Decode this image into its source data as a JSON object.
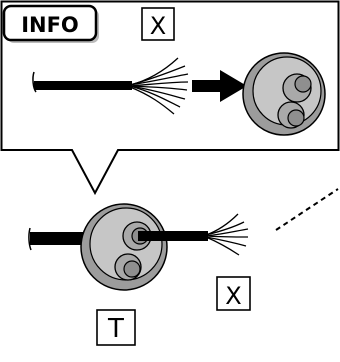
{
  "info_badge": {
    "label": "INFO"
  },
  "top_panel": {
    "marker_label": "X"
  },
  "bottom_area": {
    "marker_x_label": "X",
    "marker_t_label": "T"
  },
  "colors": {
    "ink": "#000000",
    "grommet_fill": "#c8c8c8",
    "grommet_inner": "#a8a8a8",
    "background": "#ffffff"
  }
}
